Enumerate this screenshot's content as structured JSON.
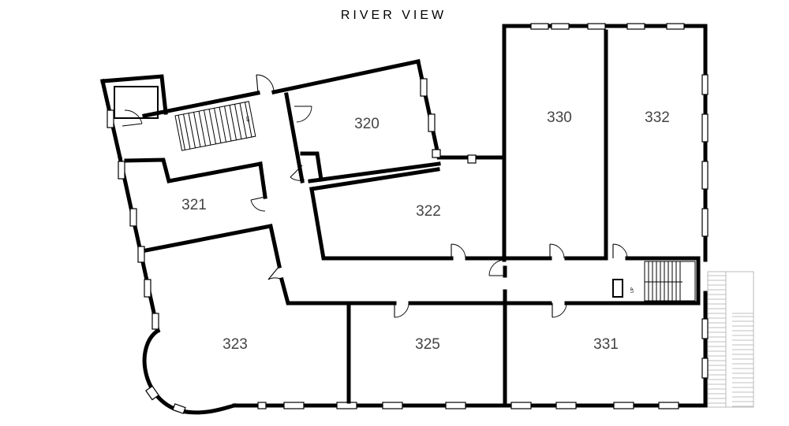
{
  "heading": "RIVER VIEW",
  "rooms": [
    {
      "id": "320",
      "label": "320"
    },
    {
      "id": "321",
      "label": "321"
    },
    {
      "id": "322",
      "label": "322"
    },
    {
      "id": "323",
      "label": "323"
    },
    {
      "id": "325",
      "label": "325"
    },
    {
      "id": "330",
      "label": "330"
    },
    {
      "id": "331",
      "label": "331"
    },
    {
      "id": "332",
      "label": "332"
    }
  ],
  "stair_marks": [
    "UP",
    "UP"
  ]
}
